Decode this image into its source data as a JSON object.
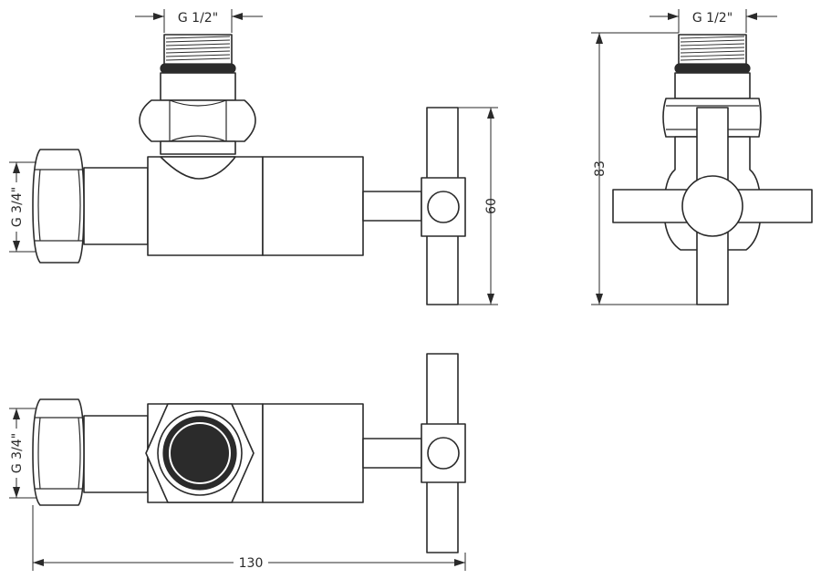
{
  "dimensions": {
    "thread_top_left": "G 1/2\"",
    "thread_top_right": "G 1/2\"",
    "thread_side_upper": "G 3/4\"",
    "thread_side_lower": "G 3/4\"",
    "height_handle": "60",
    "height_total": "83",
    "length_total": "130"
  },
  "colors": {
    "line": "#2a2a2a",
    "background": "#ffffff",
    "nut_ring": "#2b2b2b"
  }
}
